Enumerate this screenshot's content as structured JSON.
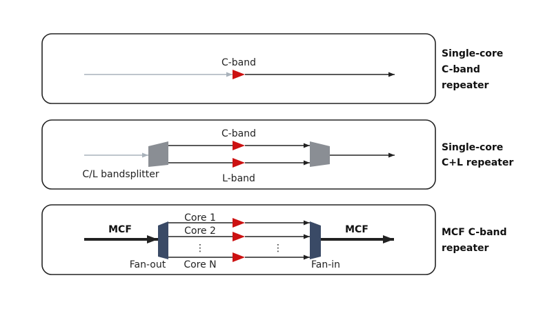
{
  "panels": [
    {
      "band_label": "C-band",
      "caption": [
        "Single-core",
        "C-band",
        "repeater"
      ]
    },
    {
      "top_label": "C-band",
      "bottom_label": "L-band",
      "splitter_label": "C/L bandsplitter",
      "caption": [
        "Single-core",
        "C+L repeater"
      ]
    },
    {
      "in_label": "MCF",
      "out_label": "MCF",
      "core_labels": [
        "Core 1",
        "Core 2",
        "Core N"
      ],
      "dots": "⋮",
      "fanout_label": "Fan-out",
      "fanin_label": "Fan-in",
      "caption": [
        "MCF C-band",
        "repeater"
      ]
    }
  ],
  "colors": {
    "amplifier": "#cc1111",
    "splitter": "#8a8e94",
    "fan": "#3a4a66",
    "input_line": "#a9b2bb",
    "line": "#222222"
  }
}
